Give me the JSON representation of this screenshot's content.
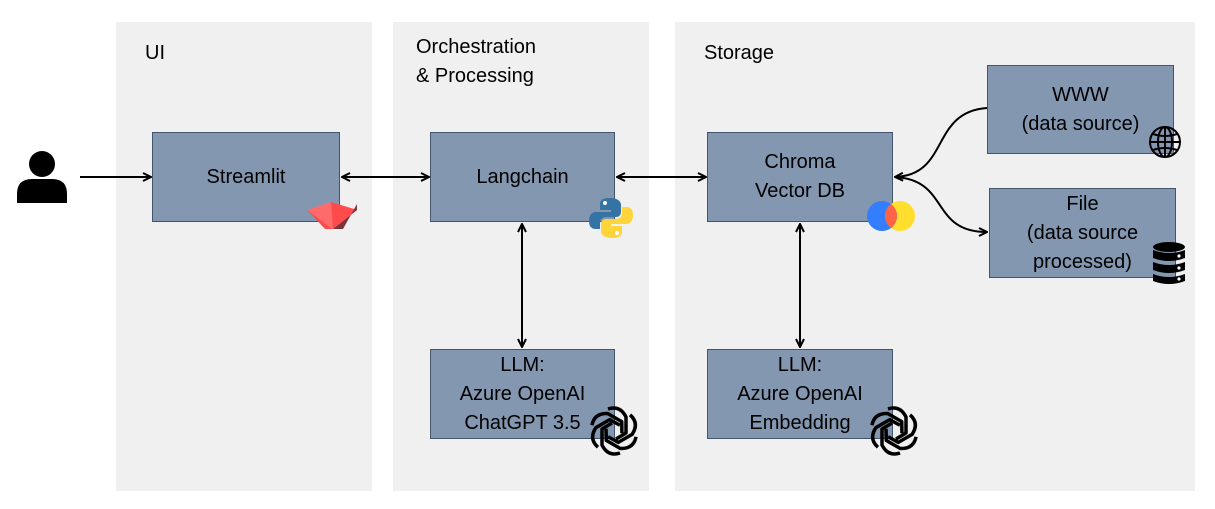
{
  "panels": {
    "ui": {
      "title": "UI"
    },
    "orchestration": {
      "title": "Orchestration\n& Processing"
    },
    "storage": {
      "title": "Storage"
    }
  },
  "boxes": {
    "streamlit": "Streamlit",
    "langchain": "Langchain",
    "chroma": "Chroma\nVector DB",
    "www": "WWW\n(data source)",
    "file": "File\n(data source\nprocessed)",
    "llm_chat": "LLM:\nAzure OpenAI\nChatGPT 3.5",
    "llm_embed": "LLM:\nAzure OpenAI\nEmbedding"
  },
  "icons": {
    "user": "user-icon",
    "streamlit": "streamlit-logo-icon",
    "python": "python-logo-icon",
    "chroma": "chroma-logo-icon",
    "globe": "globe-icon",
    "database": "database-icon",
    "openai_chat": "openai-logo-icon",
    "openai_embed": "openai-logo-icon"
  },
  "colors": {
    "panel": "#f0f0f0",
    "box_fill": "#8497b0",
    "box_border": "#44546a"
  }
}
